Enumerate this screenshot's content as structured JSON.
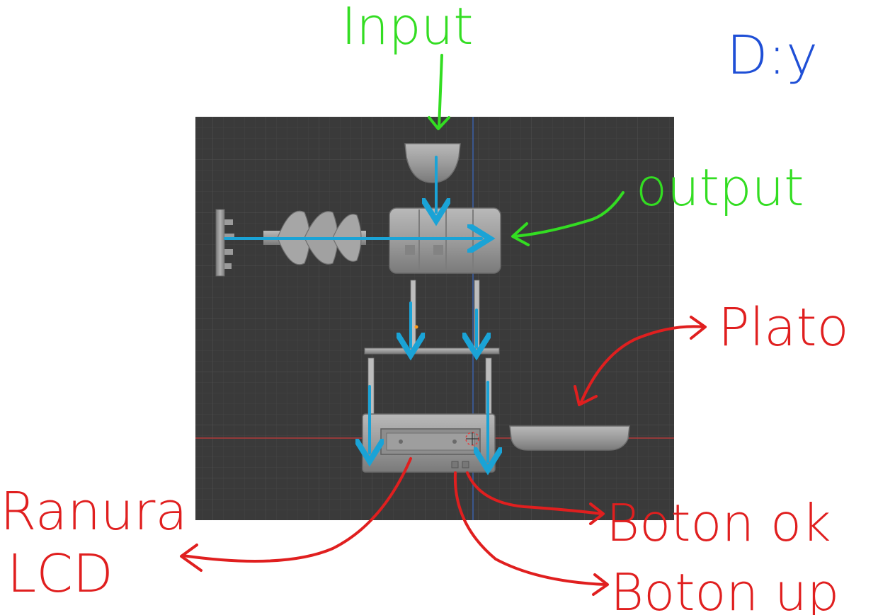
{
  "annotations": {
    "input_label": "Input",
    "output_label": "output",
    "plato_label": "Plato",
    "ranura_label_line1": "Ranura",
    "ranura_label_line2": "LCD",
    "boton_ok_label": "Boton ok",
    "boton_up_label": "Boton up",
    "corner_note": "D:y"
  },
  "colors": {
    "viewport_bg": "#3a3a3a",
    "grid_minor": "#444444",
    "grid_major": "#4d4d4d",
    "axis_x": "#b23a3a",
    "axis_y": "#3a5fa8",
    "part_gray": "#9a9a9a",
    "flow_arrow": "#1aa3d6",
    "ink_green": "#33dd22",
    "ink_red": "#e01f1f",
    "ink_blue": "#1f4fd6"
  }
}
